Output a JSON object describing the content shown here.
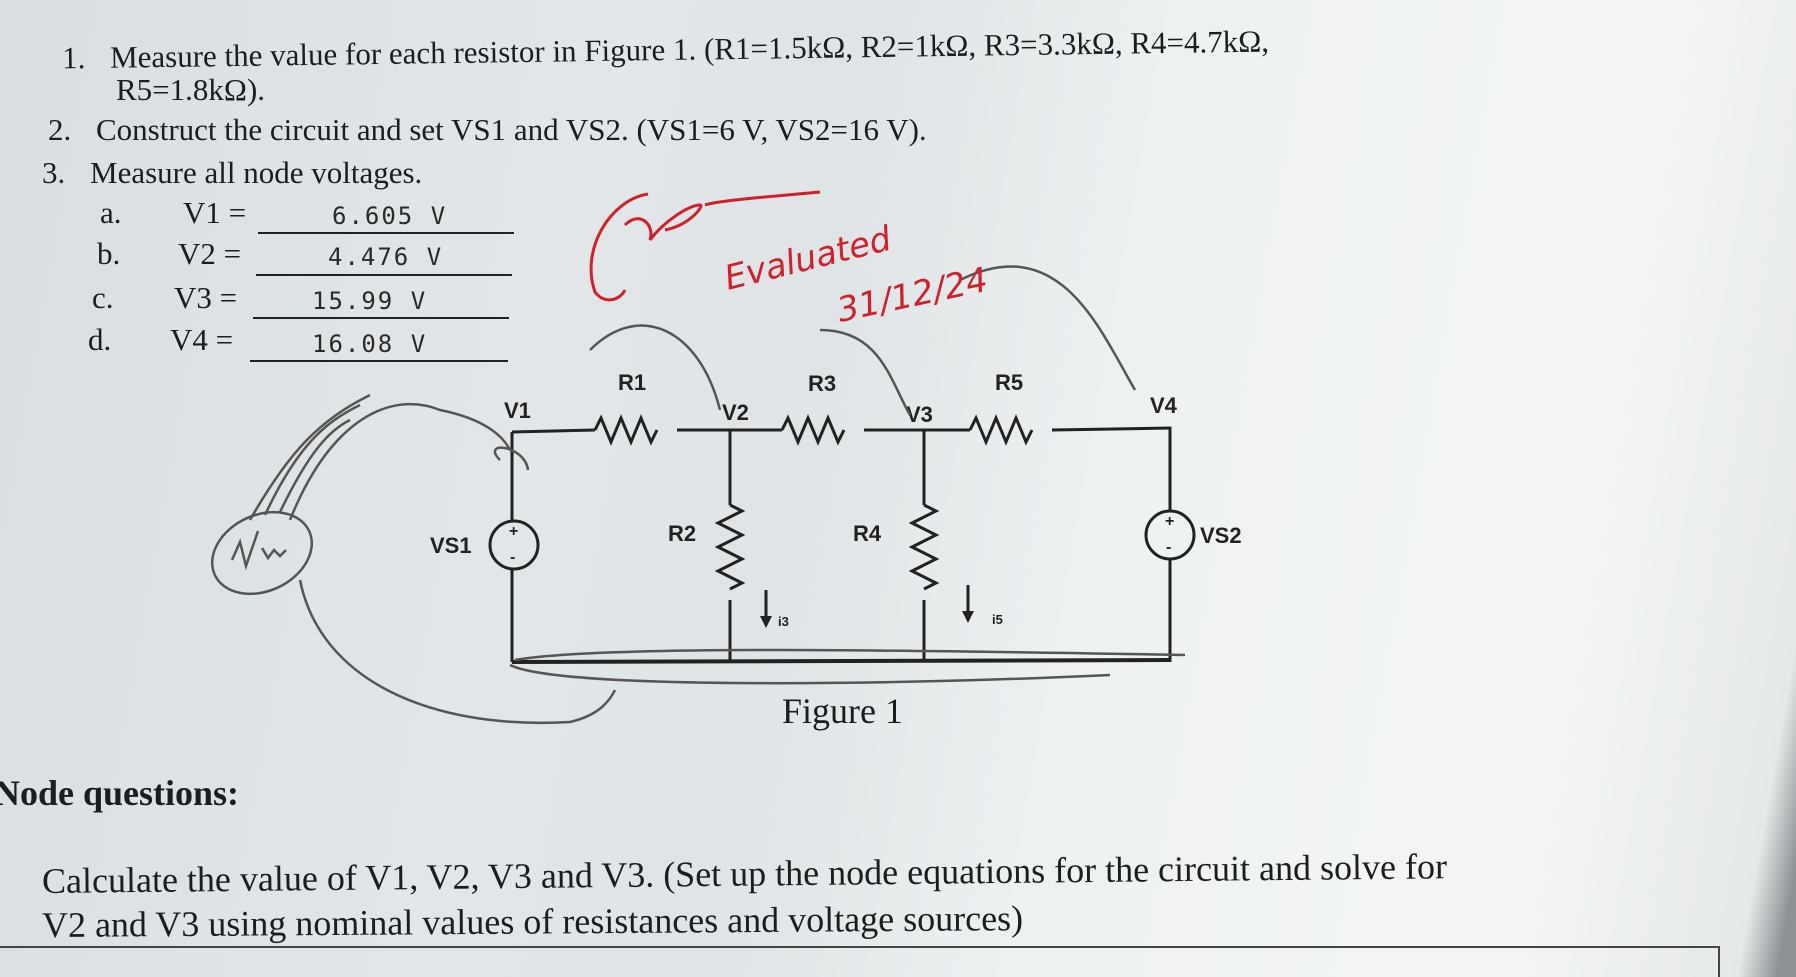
{
  "instructions": [
    {
      "num": "1.",
      "text": "Measure the value for each resistor in Figure 1. (R1=1.5kΩ, R2=1kΩ, R3=3.3kΩ, R4=4.7kΩ,",
      "cont": "R5=1.8kΩ)."
    },
    {
      "num": "2.",
      "text": "Construct the circuit and set VS1 and VS2. (VS1=6 V, VS2=16 V)."
    },
    {
      "num": "3.",
      "text": "Measure all node voltages."
    }
  ],
  "measurements": [
    {
      "letter": "a.",
      "label": "V1 =",
      "value": "6.605 V"
    },
    {
      "letter": "b.",
      "label": "V2 =",
      "value": "4.476 V"
    },
    {
      "letter": "c.",
      "label": "V3 =",
      "value": "15.99 V"
    },
    {
      "letter": "d.",
      "label": "V4 =",
      "value": "16.08 V"
    }
  ],
  "signature": {
    "note": "Evaluated",
    "date": "31/12/24",
    "color": "#d0202c"
  },
  "circuit": {
    "resistors": [
      "R1",
      "R2",
      "R3",
      "R4",
      "R5"
    ],
    "nodes": [
      "V1",
      "V2",
      "V3",
      "V4"
    ],
    "sources": [
      "VS1",
      "VS2"
    ],
    "currents": [
      "i3",
      "i5"
    ]
  },
  "figure_caption": "Figure 1",
  "node_questions": {
    "heading": "Node questions:",
    "question": "Calculate the value of V1, V2, V3 and V3. (Set up the node equations for the circuit and solve for",
    "question_cont": "V2 and V3 using nominal values of resistances and voltage sources)"
  }
}
